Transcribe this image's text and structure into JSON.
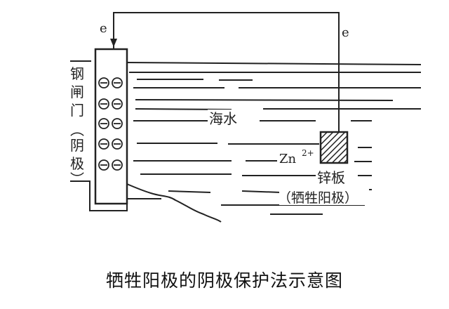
{
  "labels": {
    "electron_left": "e",
    "electron_right": "e",
    "steel_gate": [
      "钢",
      "闸",
      "门"
    ],
    "cathode": [
      "︵",
      "阴",
      "极",
      "︶"
    ],
    "seawater": "海水",
    "zinc_ion": "Zn",
    "zinc_ion_charge": "2+",
    "zinc_plate": "锌板",
    "sacrificial_anode": "（牺牲阳极）"
  },
  "electron_symbol": "⊖",
  "caption": "牺牲阳极的阴极保护法示意图"
}
